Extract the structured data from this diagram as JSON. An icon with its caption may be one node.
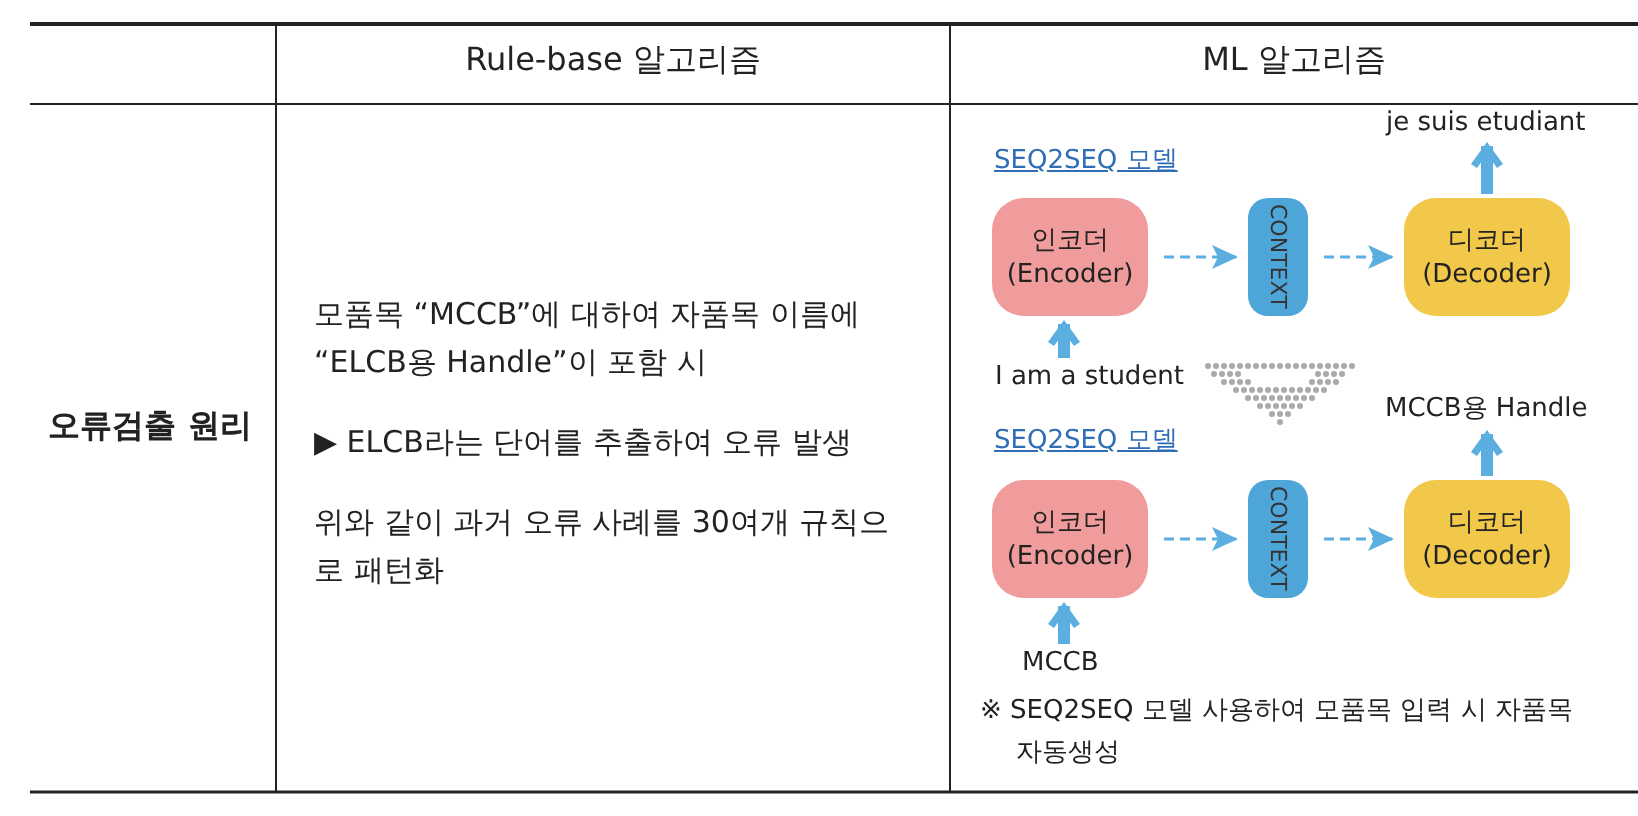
{
  "diagram": {
    "nodes": [
      {
        "text": [
          "je suis etudiant"
        ]
      },
      {
        "text": [
          "인코더 (Encoder)"
        ]
      },
      {
        "text": [
          "CONTEXT"
        ]
      },
      {
        "text": [
          "디코더 (Decoder)"
        ]
      },
      {
        "text": [
          "I am a student"
        ]
      },
      {
        "text": [
          "MCCB용 Handle"
        ]
      },
      {
        "text": [
          "인코더 (Encoder)"
        ]
      },
      {
        "text": [
          "CONTEXT"
        ]
      },
      {
        "text": [
          "디코더 (Decoder)"
        ]
      },
      {
        "text": [
          "MCCB"
        ]
      }
    ],
    "edges": [
      {
        "from": 4,
        "to": 1,
        "arrow": "to",
        "style": "thick"
      },
      {
        "from": 1,
        "to": 2,
        "arrow": "to",
        "style": "dashed"
      },
      {
        "from": 2,
        "to": 3,
        "arrow": "to",
        "style": "dashed"
      },
      {
        "from": 3,
        "to": 0,
        "arrow": "to",
        "style": "thick"
      },
      {
        "from": 9,
        "to": 6,
        "arrow": "to",
        "style": "thick"
      },
      {
        "from": 6,
        "to": 7,
        "arrow": "to",
        "style": "dashed"
      },
      {
        "from": 7,
        "to": 8,
        "arrow": "to",
        "style": "dashed"
      },
      {
        "from": 8,
        "to": 5,
        "arrow": "to",
        "style": "thick"
      }
    ],
    "labels": [
      "Rule-base 알고리즘",
      "ML 알고리즘",
      "오류검출 원리",
      "모품목 “MCCB”에 대하여 자품목 이름에 “ELCB용 Handle”이 포함 시",
      "▶ ELCB라는 단어를 추출하여 오류 발생",
      "위와 같이 과거 오류 사례를 30여개 규칙으 로 패턴화",
      "SEQ2SEQ 모델",
      "SEQ2SEQ 모델",
      "※ SEQ2SEQ 모델 사용하여 모품목 입력 시 자품목 자동생성"
    ]
  }
}
